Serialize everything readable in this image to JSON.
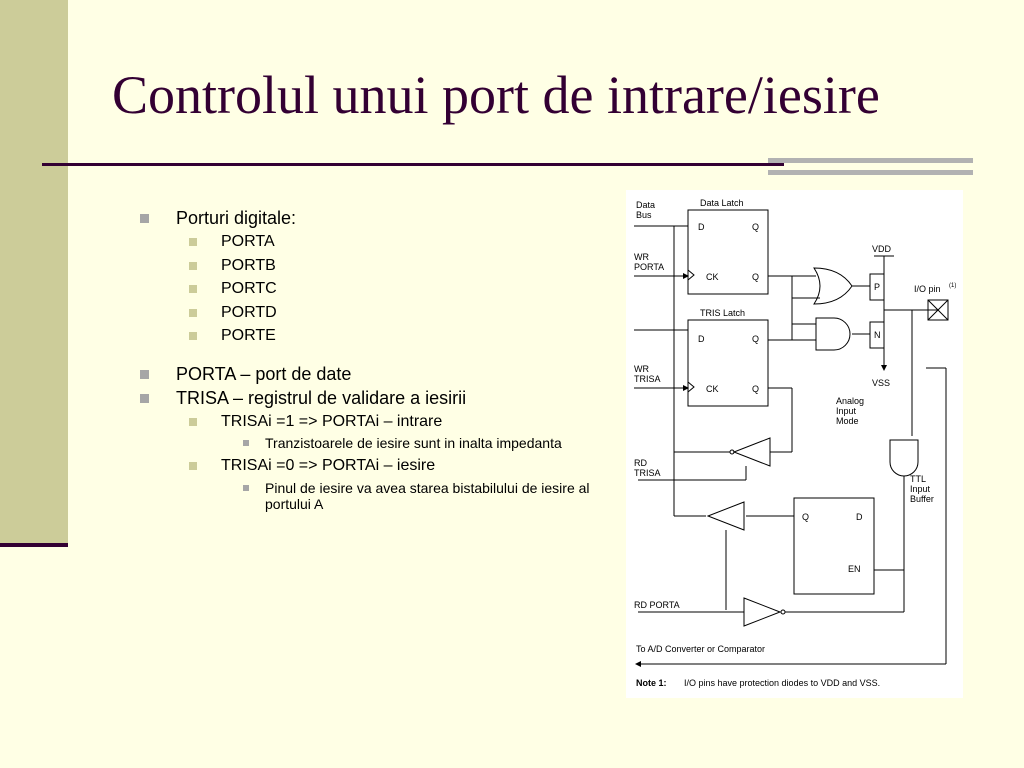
{
  "slide": {
    "title": "Controlul unui port de intrare/iesire",
    "bullets": [
      {
        "level": 1,
        "text": "Porturi digitale:"
      },
      {
        "level": 2,
        "text": "PORTA"
      },
      {
        "level": 2,
        "text": "PORTB"
      },
      {
        "level": 2,
        "text": "PORTC"
      },
      {
        "level": 2,
        "text": "PORTD"
      },
      {
        "level": 2,
        "text": "PORTE"
      },
      {
        "level": 1,
        "text": "PORTA – port de date"
      },
      {
        "level": 1,
        "text": "TRISA – registrul de validare a iesirii"
      },
      {
        "level": 2,
        "text": "TRISAi =1 => PORTAi – intrare"
      },
      {
        "level": 3,
        "text": "Tranzistoarele de iesire sunt in inalta impedanta"
      },
      {
        "level": 2,
        "text": "TRISAi =0 => PORTAi – iesire"
      },
      {
        "level": 3,
        "text": "Pinul de iesire va avea starea bistabilului de iesire al portului A"
      }
    ]
  },
  "diagram": {
    "data_bus": [
      "Data",
      "Bus"
    ],
    "wr_porta": [
      "WR",
      "PORTA"
    ],
    "wr_trisa": [
      "WR",
      "TRISA"
    ],
    "rd_trisa": [
      "RD",
      "TRISA"
    ],
    "rd_porta": "RD PORTA",
    "data_latch": "Data Latch",
    "tris_latch": "TRIS Latch",
    "d": "D",
    "q": "Q",
    "ck": "CK",
    "en": "EN",
    "vdd": "VDD",
    "vss": "VSS",
    "p": "P",
    "n": "N",
    "io_pin": "I/O pin",
    "io_pin_sup": "(1)",
    "analog_mode": [
      "Analog",
      "Input",
      "Mode"
    ],
    "ttl_buffer": [
      "TTL",
      "Input",
      "Buffer"
    ],
    "to_ad": "To A/D Converter or Comparator",
    "note_label": "Note 1:",
    "note_text": "I/O pins have protection diodes to VDD and VSS."
  }
}
